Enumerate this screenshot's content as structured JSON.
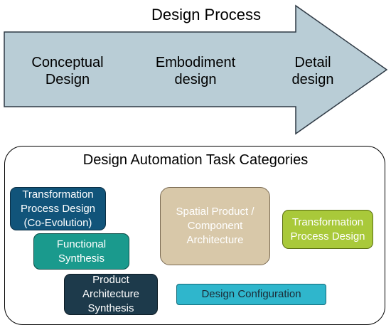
{
  "arrow": {
    "title": "Design Process",
    "stages": [
      {
        "line1": "Conceptual",
        "line2": "Design"
      },
      {
        "line1": "Embodiment",
        "line2": "design"
      },
      {
        "line1": "Detail",
        "line2": "design"
      }
    ],
    "fill_color": "#b9cdd6",
    "stroke_color": "#2f3a45"
  },
  "panel": {
    "title": "Design Automation Task Categories",
    "categories": [
      {
        "lines": [
          "Transformation",
          "Process Design",
          "(Co-Evolution)"
        ],
        "fill": "#11547a",
        "text_color": "#ffffff"
      },
      {
        "lines": [
          "Functional",
          "Synthesis"
        ],
        "fill": "#1a9a8d",
        "text_color": "#ffffff"
      },
      {
        "lines": [
          "Product",
          "Architecture",
          "Synthesis"
        ],
        "fill": "#1d3a4b",
        "text_color": "#ffffff"
      },
      {
        "lines": [
          "Spatial Product /",
          "Component",
          "Architecture"
        ],
        "fill": "#d8c8a9",
        "text_color": "#ffffff"
      },
      {
        "lines": [
          "Transformation",
          "Process Design"
        ],
        "fill": "#a9c93a",
        "text_color": "#ffffff"
      },
      {
        "lines": [
          "Design Configuration"
        ],
        "fill": "#2fb6cc",
        "text_color": "#1b2a35"
      }
    ]
  }
}
